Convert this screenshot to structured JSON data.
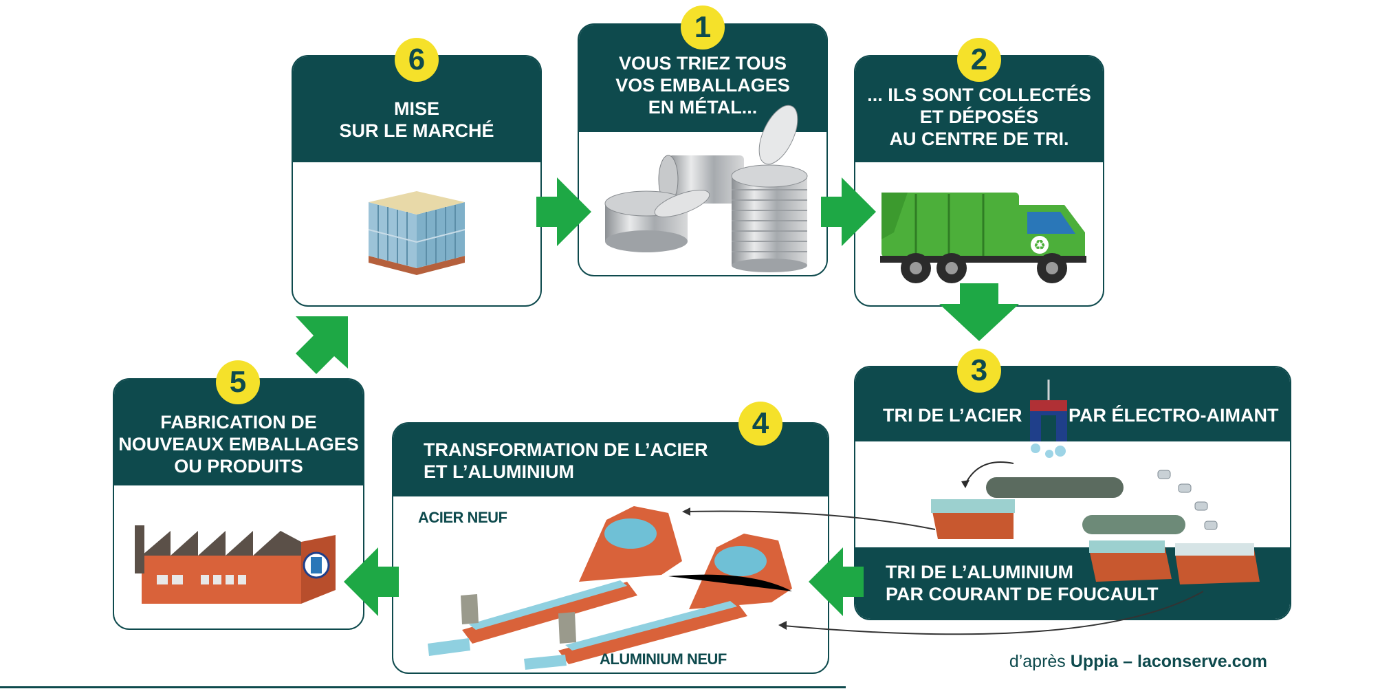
{
  "steps": [
    {
      "number": "1",
      "lines": [
        "VOUS TRIEZ TOUS",
        "VOS EMBALLAGES",
        "EN MÉTAL..."
      ]
    },
    {
      "number": "2",
      "lines": [
        "... ILS SONT COLLECTÉS",
        "ET DÉPOSÉS",
        "AU CENTRE DE TRI."
      ]
    },
    {
      "number": "3",
      "title_left": "TRI DE L’ACIER",
      "title_right": "PAR ÉLECTRO-AIMANT",
      "sub_lines": [
        "TRI DE L’ALUMINIUM",
        "PAR COURANT DE FOUCAULT"
      ]
    },
    {
      "number": "4",
      "lines": [
        "TRANSFORMATION DE L’ACIER",
        "ET L’ALUMINIUM"
      ],
      "label_top": "ACIER NEUF",
      "label_bottom": "ALUMINIUM NEUF"
    },
    {
      "number": "5",
      "lines": [
        "FABRICATION DE",
        "NOUVEAUX EMBALLAGES",
        "OU PRODUITS"
      ]
    },
    {
      "number": "6",
      "lines": [
        "MISE",
        "SUR LE MARCHÉ"
      ]
    }
  ],
  "credit": {
    "prefix": "d’après",
    "source": "Uppia – laconserve.com"
  },
  "colors": {
    "dark_teal": "#0e4a4d",
    "badge_yellow": "#f5e12a",
    "arrow_green": "#1ea845",
    "truck_green": "#4caf3a",
    "brick": "#d9623a"
  },
  "icons": [
    "cans-icon",
    "garbage-truck-icon",
    "recycle-icon",
    "electromagnet-icon",
    "conveyor-icon",
    "furnace-icon",
    "factory-icon",
    "pallet-icon"
  ]
}
